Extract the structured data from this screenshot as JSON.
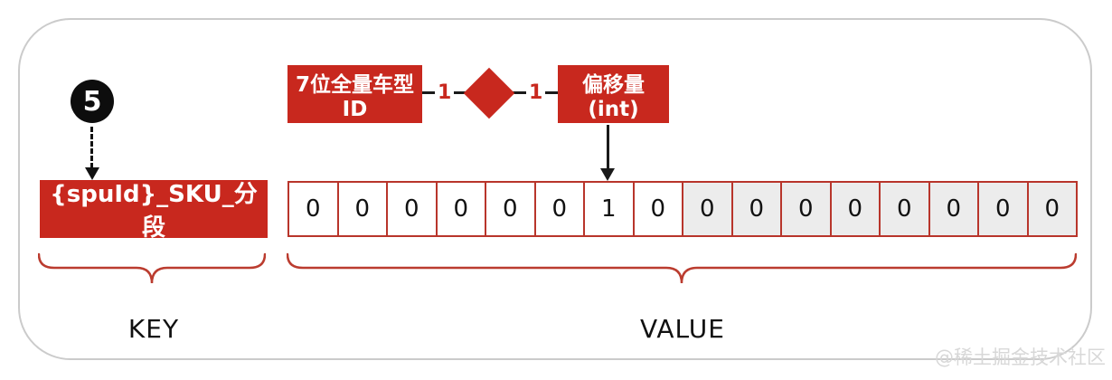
{
  "diagram": {
    "step_badge": "5",
    "key": {
      "box_label": "{spuId}_SKU_分段",
      "section_label": "KEY"
    },
    "relation": {
      "left_entity": "7位全量车型ID",
      "right_entity": "偏移量(int)",
      "left_cardinality": "1",
      "right_cardinality": "1"
    },
    "value": {
      "bits": [
        "0",
        "0",
        "0",
        "0",
        "0",
        "0",
        "1",
        "0",
        "0",
        "0",
        "0",
        "0",
        "0",
        "0",
        "0",
        "0"
      ],
      "section_label": "VALUE"
    }
  },
  "watermark": "@稀土掘金技术社区",
  "colors": {
    "red": "#c8281e",
    "border-red": "#b8352b",
    "brace-red": "#bb3c2f",
    "cell-gray": "#ececec",
    "line-black": "#1a1a1a",
    "frame-gray": "#cbcbcb",
    "watermark-gray": "#d8d8d8"
  }
}
